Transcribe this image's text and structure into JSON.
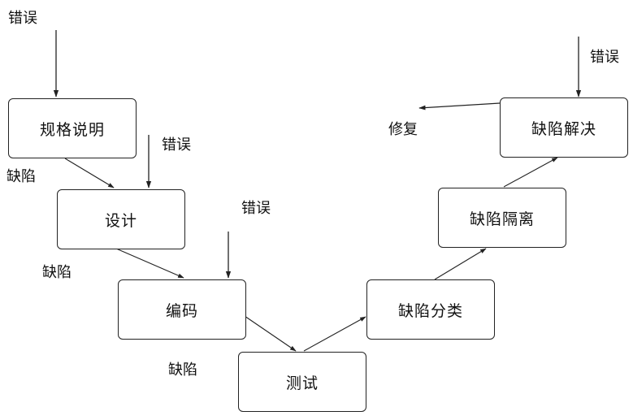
{
  "boxes": {
    "spec": "规格说明",
    "design": "设计",
    "coding": "编码",
    "testing": "测试",
    "classify": "缺陷分类",
    "isolate": "缺陷隔离",
    "resolve": "缺陷解决"
  },
  "labels": {
    "error_spec": "错误",
    "error_design": "错误",
    "error_coding": "错误",
    "error_resolve": "错误",
    "defect_1": "缺陷",
    "defect_2": "缺陷",
    "defect_3": "缺陷",
    "fix": "修复"
  }
}
